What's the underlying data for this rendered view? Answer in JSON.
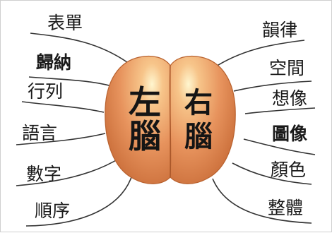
{
  "diagram": {
    "left_hemisphere": {
      "char_top": "左",
      "char_bottom": "腦"
    },
    "right_hemisphere": {
      "char_top": "右",
      "char_bottom": "腦"
    },
    "left_labels": [
      "表單",
      "歸納",
      "行列",
      "語言",
      "數字",
      "順序"
    ],
    "right_labels": [
      "韻律",
      "空間",
      "想像",
      "圖像",
      "顏色",
      "整體"
    ],
    "colors": {
      "brain_fill": "#e58b55",
      "brain_edge": "#c86a34",
      "brain_highlight": "#fff3c4",
      "line": "#333333",
      "text": "#1a1a1a"
    }
  }
}
